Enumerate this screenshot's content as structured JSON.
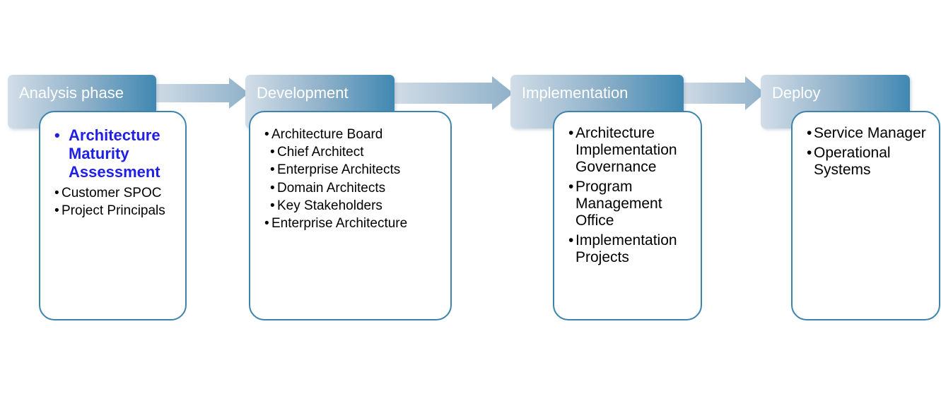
{
  "phases": [
    {
      "title": "Analysis phase",
      "items": [
        {
          "text": "Architecture Maturity Assessment",
          "highlight": true
        },
        {
          "text": "Customer SPOC"
        },
        {
          "text": "Project Principals"
        }
      ]
    },
    {
      "title": "Development",
      "items": [
        {
          "text": "Architecture Board"
        },
        {
          "text": "Chief Architect",
          "level": 2
        },
        {
          "text": "Enterprise Architects",
          "level": 2
        },
        {
          "text": "Domain Architects",
          "level": 2
        },
        {
          "text": "Key Stakeholders",
          "level": 2
        },
        {
          "text": "Enterprise Architecture"
        }
      ]
    },
    {
      "title": "Implementation",
      "items": [
        {
          "text": "Architecture Implementation Governance"
        },
        {
          "text": "Program Management Office"
        },
        {
          "text": "Implementation Projects"
        }
      ]
    },
    {
      "title": "Deploy",
      "items": [
        {
          "text": "Service Manager"
        },
        {
          "text": "Operational Systems"
        }
      ]
    }
  ],
  "bullet_symbol": "•",
  "colors": {
    "header_dark": "#3f88b2",
    "header_light": "#d2dee8",
    "card_border": "#3d84ad",
    "highlight_text": "#1f1fe6",
    "arrow_light": "#d3dde7",
    "arrow_dark": "#8fb1c9"
  }
}
